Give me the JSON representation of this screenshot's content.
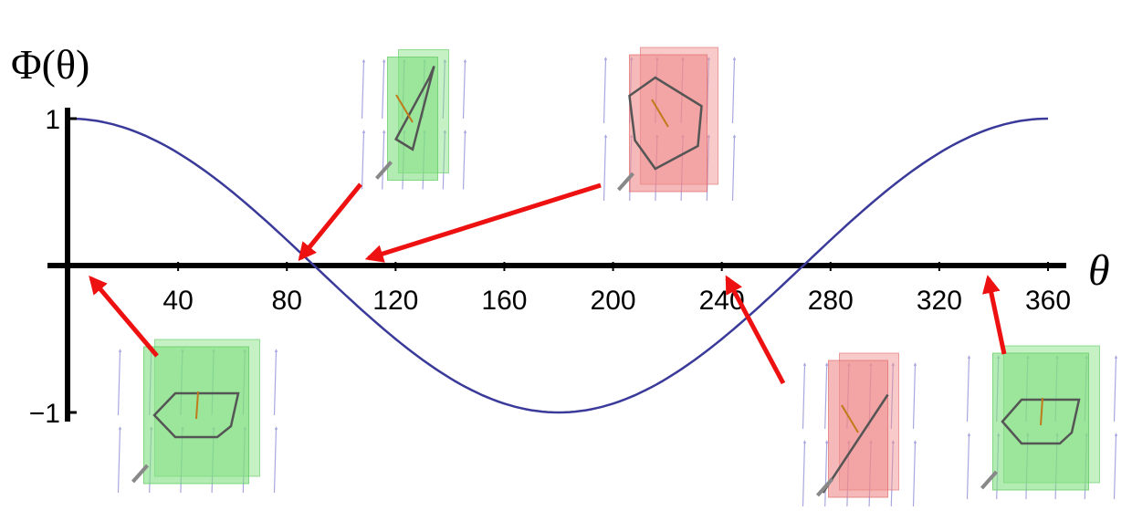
{
  "chart_data": {
    "type": "line",
    "title": "",
    "xlabel": "θ",
    "ylabel": "Φ(θ)",
    "xlim": [
      0,
      360
    ],
    "ylim": [
      -1,
      1
    ],
    "x_ticks": [
      40,
      80,
      120,
      160,
      200,
      240,
      280,
      320,
      360
    ],
    "y_ticks": [
      1,
      -1
    ],
    "y_tick_labels": [
      "1",
      "−1"
    ],
    "grid": false,
    "legend": "none",
    "series": [
      {
        "color": "#3a3a9a",
        "x": [
          0,
          20,
          40,
          60,
          80,
          90,
          100,
          120,
          140,
          160,
          180,
          200,
          220,
          240,
          260,
          270,
          280,
          300,
          320,
          340,
          360
        ],
        "y": [
          1,
          0.94,
          0.77,
          0.5,
          0.17,
          0,
          -0.17,
          -0.5,
          -0.77,
          -0.94,
          -1,
          -0.94,
          -0.77,
          -0.5,
          -0.17,
          0,
          0.17,
          0.5,
          0.77,
          0.94,
          1
        ]
      }
    ],
    "annotations": [
      {
        "kind": "inset-3d-loop",
        "box_color": "green",
        "orientation": "face-on",
        "points_to_x": 8,
        "points_to_y": 0
      },
      {
        "kind": "inset-3d-loop",
        "box_color": "green",
        "orientation": "edge-tilted",
        "points_to_x": 85,
        "points_to_y": 0
      },
      {
        "kind": "inset-3d-loop",
        "box_color": "red",
        "orientation": "tilted",
        "points_to_x": 110,
        "points_to_y": 0
      },
      {
        "kind": "inset-3d-loop",
        "box_color": "red",
        "orientation": "edge-on",
        "points_to_x": 242,
        "points_to_y": 0
      },
      {
        "kind": "inset-3d-loop",
        "box_color": "green",
        "orientation": "face-on",
        "points_to_x": 338,
        "points_to_y": 0
      }
    ],
    "colors": {
      "curve": "#3a3a9a",
      "arrow": "#ee1111",
      "green_box": "#7fe07f",
      "red_box": "#f08a8a",
      "field": "#a8a8e0"
    }
  }
}
